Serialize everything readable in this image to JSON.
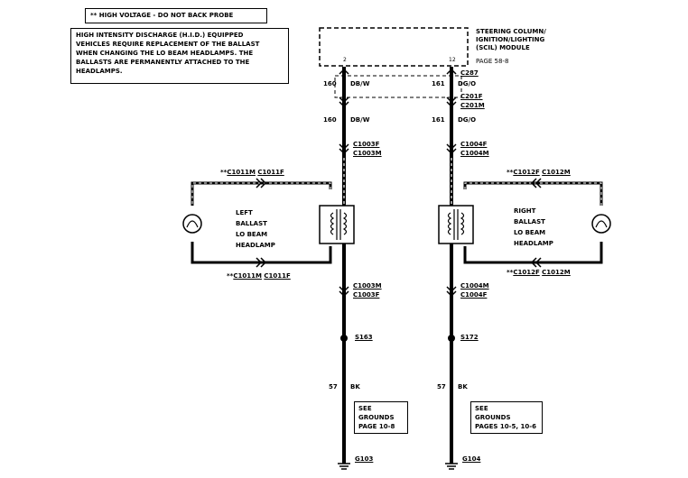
{
  "notes": {
    "hv_warning": "**  HIGH VOLTAGE - DO NOT BACK PROBE",
    "hid_text": "HIGH INTENSITY DISCHARGE (H.I.D.) EQUIPPED\nVEHICLES REQUIRE REPLACEMENT OF THE BALLAST\nWHEN CHANGING THE LO BEAM HEADLAMPS.  THE\nBALLASTS ARE PERMANENTLY ATTACHED TO THE\nHEADLAMPS."
  },
  "module": {
    "name": "STEERING COLUMN/\nIGNITION/LIGHTING\n(SCIL) MODULE",
    "page": "PAGE 58-8",
    "pin_left": "2",
    "pin_right": "12"
  },
  "connectors_top": {
    "c287": "C287",
    "c201f": "C201F",
    "c201m": "C201M"
  },
  "wires": {
    "left_top_circuit": "160",
    "left_top_color": "DB/W",
    "right_top_circuit": "161",
    "right_top_color": "DG/O",
    "left_mid_circuit": "160",
    "left_mid_color": "DB/W",
    "right_mid_circuit": "161",
    "right_mid_color": "DG/O",
    "left_gnd_circuit": "57",
    "left_gnd_color": "BK",
    "right_gnd_circuit": "57",
    "right_gnd_color": "BK"
  },
  "left_side": {
    "conn_upper_f": "C1003F",
    "conn_upper_m": "C1003M",
    "hv_top_prefix": "**",
    "hv_top_a": "C1011M",
    "hv_top_b": "C1011F",
    "ballast_label": "LEFT\nBALLAST\nLO BEAM\nHEADLAMP",
    "hv_bottom_prefix": "**",
    "hv_bottom_a": "C1011M",
    "hv_bottom_b": "C1011F",
    "conn_lower_m": "C1003M",
    "conn_lower_f": "C1003F",
    "splice": "S163",
    "ground_note": "SEE\nGROUNDS\nPAGE 10-8",
    "ground": "G103"
  },
  "right_side": {
    "conn_upper_f": "C1004F",
    "conn_upper_m": "C1004M",
    "hv_top_prefix": "**",
    "hv_top_a": "C1012F",
    "hv_top_b": "C1012M",
    "ballast_label": "RIGHT\nBALLAST\nLO BEAM\nHEADLAMP",
    "hv_bottom_prefix": "**",
    "hv_bottom_a": "C1012F",
    "hv_bottom_b": "C1012M",
    "conn_lower_m": "C1004M",
    "conn_lower_f": "C1004F",
    "splice": "S172",
    "ground_note": "SEE\nGROUNDS\nPAGES 10-5, 10-6",
    "ground": "G104"
  }
}
